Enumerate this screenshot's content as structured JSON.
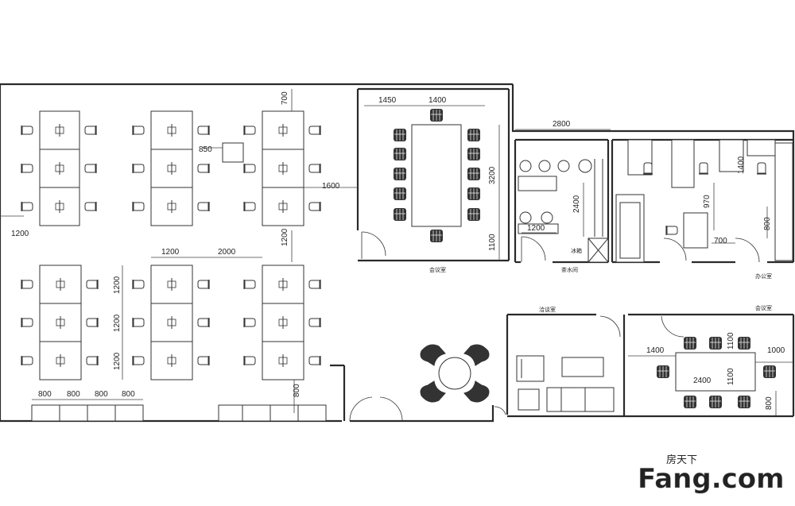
{
  "dimensions": {
    "d700": "700",
    "d1450": "1450",
    "d1400_top": "1400",
    "d2800": "2800",
    "d850": "850",
    "d1600": "1600",
    "d1200_left": "1200",
    "d3200": "3200",
    "d1100_right": "1100",
    "d2400_tea": "2400",
    "d1200_tea": "1200",
    "d970": "970",
    "d1400_office": "1400",
    "d700_office": "700",
    "d800_office": "800",
    "d1200_col": "1200",
    "d2000": "2000",
    "d1200_v": "1200",
    "d1200_row1": "1200",
    "d1200_row2": "1200",
    "d1200_row3": "1200",
    "d800_v": "800",
    "d800_a": "800",
    "d800_b": "800",
    "d800_c": "800",
    "d800_d": "800",
    "d1400_meet2": "1400",
    "d1100_meet2a": "1100",
    "d1000": "1000",
    "d2400_meet2": "2400",
    "d1100_meet2b": "1100",
    "d800_meet2": "800"
  },
  "rooms": {
    "meeting_room_1": "会议室",
    "tea_room": "茶水间",
    "fridge": "冰箱",
    "office": "办公室",
    "negotiation_room": "洽谈室",
    "meeting_room_2": "会议室"
  },
  "watermark": {
    "brand": "Fang.com",
    "brand_cn": "房天下"
  },
  "colors": {
    "line": "#2a2a2a",
    "watermark": "#dcdcdc"
  }
}
